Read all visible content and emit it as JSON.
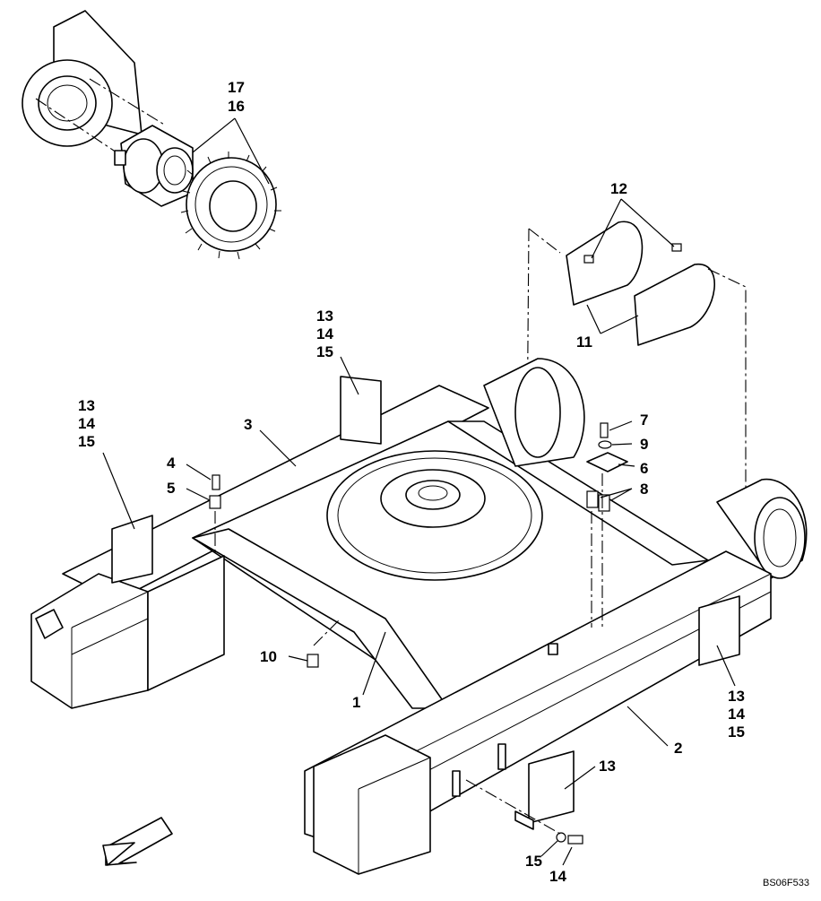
{
  "diagram": {
    "drawing_code": "BS06F533",
    "callouts": [
      {
        "id": "c1",
        "text": "1"
      },
      {
        "id": "c2",
        "text": "2"
      },
      {
        "id": "c3",
        "text": "3"
      },
      {
        "id": "c4",
        "text": "4"
      },
      {
        "id": "c5",
        "text": "5"
      },
      {
        "id": "c6",
        "text": "6"
      },
      {
        "id": "c7",
        "text": "7"
      },
      {
        "id": "c8",
        "text": "8"
      },
      {
        "id": "c9",
        "text": "9"
      },
      {
        "id": "c10",
        "text": "10"
      },
      {
        "id": "c11",
        "text": "11"
      },
      {
        "id": "c12",
        "text": "12"
      },
      {
        "id": "c13a",
        "text": "13"
      },
      {
        "id": "c14a",
        "text": "14"
      },
      {
        "id": "c15a",
        "text": "15"
      },
      {
        "id": "c13b",
        "text": "13"
      },
      {
        "id": "c14b",
        "text": "14"
      },
      {
        "id": "c15b",
        "text": "15"
      },
      {
        "id": "c13c",
        "text": "13"
      },
      {
        "id": "c14c",
        "text": "14"
      },
      {
        "id": "c15c",
        "text": "15"
      },
      {
        "id": "c13d",
        "text": "13"
      },
      {
        "id": "c15d",
        "text": "15"
      },
      {
        "id": "c14d",
        "text": "14"
      },
      {
        "id": "c16",
        "text": "16"
      },
      {
        "id": "c17",
        "text": "17"
      }
    ],
    "icons": [
      "direction-arrow-icon"
    ]
  }
}
